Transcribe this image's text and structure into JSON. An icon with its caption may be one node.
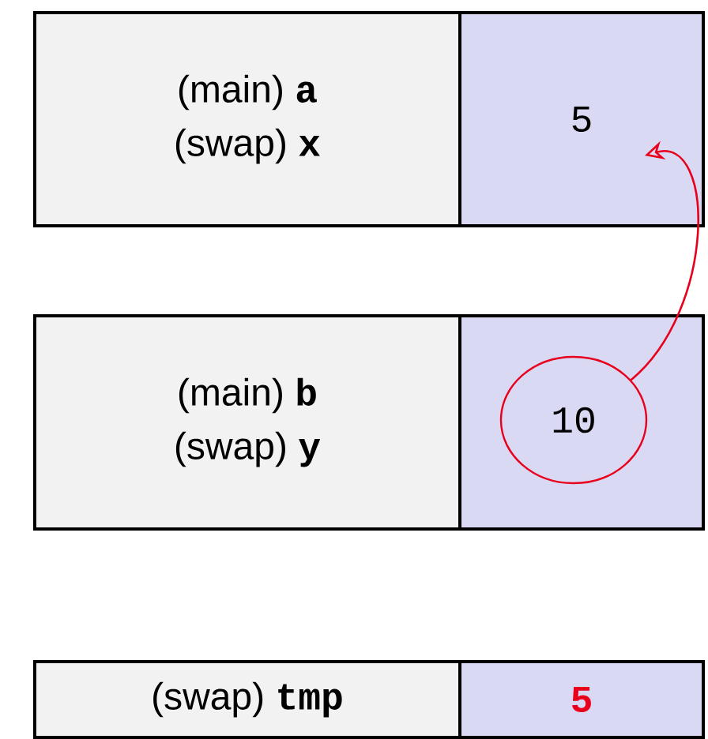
{
  "diagram": {
    "nodes": [
      {
        "text": [
          "(main)",
          "a",
          "(swap)",
          "x"
        ]
      },
      {
        "text": [
          "5"
        ]
      },
      {
        "text": [
          "(main)",
          "b",
          "(swap)",
          "y"
        ]
      },
      {
        "text": [],
        "shape": "box"
      },
      {
        "text": [
          "10"
        ],
        "in": 3
      },
      {
        "text": [
          "(swap)",
          "tmp"
        ]
      },
      {
        "text": [
          "5"
        ]
      }
    ],
    "edges": [
      {
        "from": 4,
        "to": 1,
        "arrow": "to",
        "color": "#e8001c"
      }
    ]
  }
}
